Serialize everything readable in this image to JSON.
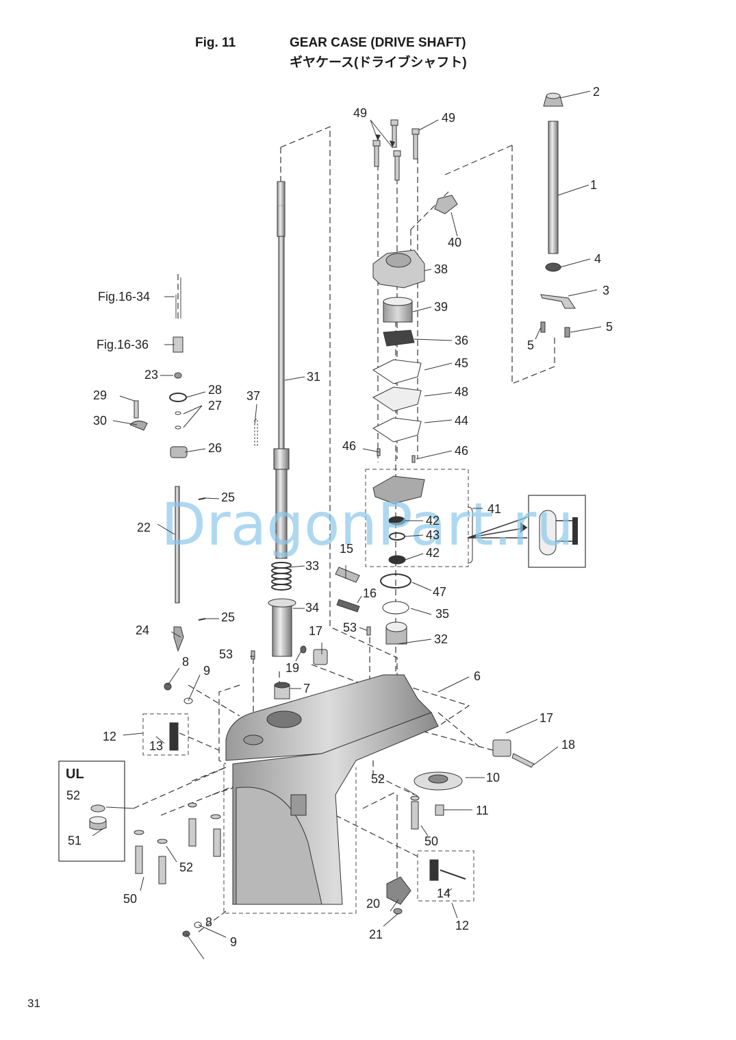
{
  "header": {
    "fig_label": "Fig. 11",
    "title_en": "GEAR CASE (DRIVE SHAFT)",
    "title_jp": "ギヤケース(ドライブシャフト)"
  },
  "page_number": "31",
  "watermark": "DragonPart.ru",
  "inset_label": "UL",
  "refs": [
    "Fig.16-34",
    "Fig.16-36"
  ],
  "part_labels": [
    "1",
    "2",
    "3",
    "4",
    "5",
    "5",
    "6",
    "7",
    "8",
    "8",
    "9",
    "9",
    "10",
    "11",
    "12",
    "12",
    "13",
    "14",
    "15",
    "16",
    "17",
    "17",
    "18",
    "19",
    "20",
    "21",
    "22",
    "23",
    "24",
    "25",
    "25",
    "26",
    "27",
    "28",
    "29",
    "30",
    "31",
    "32",
    "33",
    "34",
    "35",
    "36",
    "37",
    "38",
    "39",
    "40",
    "41",
    "42",
    "42",
    "43",
    "44",
    "45",
    "46",
    "46",
    "47",
    "48",
    "49",
    "49",
    "50",
    "50",
    "51",
    "52",
    "52",
    "52",
    "53",
    "53"
  ],
  "colors": {
    "line": "#333333",
    "part_fill": "#d9d9d9",
    "part_dark": "#555555",
    "watermark": "#8cc8ea"
  }
}
